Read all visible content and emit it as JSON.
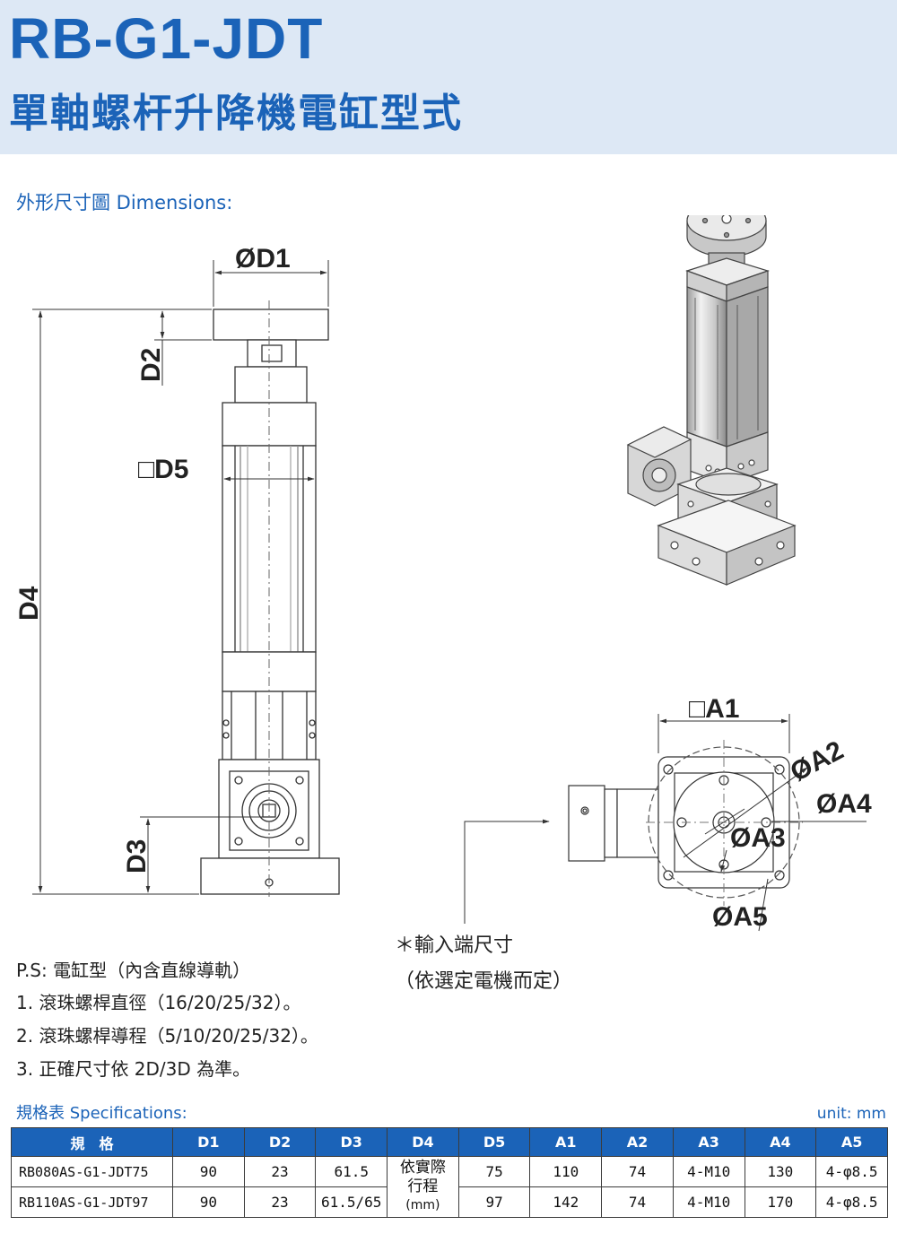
{
  "header": {
    "model": "RB-G1-JDT",
    "subtitle": "單軸螺杆升降機電缸型式"
  },
  "dimensions_title": "外形尺寸圖 Dimensions:",
  "drawing_labels": {
    "d1": "ØD1",
    "d2": "D2",
    "d3": "D3",
    "d4": "D4",
    "d5": "□D5",
    "a1": "□A1",
    "a2": "ØA2",
    "a3": "ØA3",
    "a4": "ØA4",
    "a5": "ØA5"
  },
  "input_note": {
    "line1": "＊輸入端尺寸",
    "line2": "（依選定電機而定）"
  },
  "ps_notes": [
    "P.S: 電缸型（內含直線導軌）",
    "1. 滾珠螺桿直徑（16/20/25/32）。",
    "2. 滾珠螺桿導程（5/10/20/25/32）。",
    "3. 正確尺寸依 2D/3D 為準。"
  ],
  "spec": {
    "title": "規格表 Specifications:",
    "unit": "unit: mm",
    "headers": [
      "規　格",
      "D1",
      "D2",
      "D3",
      "D4",
      "D5",
      "A1",
      "A2",
      "A3",
      "A4",
      "A5"
    ],
    "d4_note_line1": "依實際",
    "d4_note_line2": "行程",
    "d4_note_line3": "(mm)",
    "rows": [
      {
        "model": "RB080AS-G1-JDT75",
        "d1": "90",
        "d2": "23",
        "d3": "61.5",
        "d5": "75",
        "a1": "110",
        "a2": "74",
        "a3": "4-M10",
        "a4": "130",
        "a5": "4-φ8.5"
      },
      {
        "model": "RB110AS-G1-JDT97",
        "d1": "90",
        "d2": "23",
        "d3": "61.5/65",
        "d5": "97",
        "a1": "142",
        "a2": "74",
        "a3": "4-M10",
        "a4": "170",
        "a5": "4-φ8.5"
      }
    ]
  },
  "colors": {
    "accent": "#1b63b8",
    "header_bg": "#dde8f5",
    "table_header_bg": "#1b63b8"
  }
}
